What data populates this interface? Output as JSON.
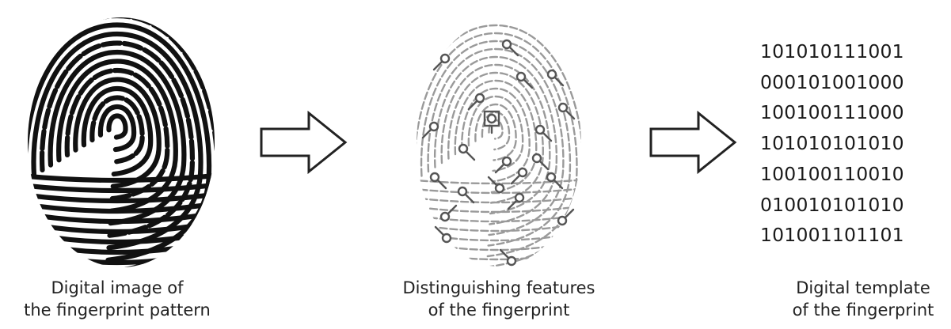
{
  "panels": [
    {
      "caption_line1": "Digital image of",
      "caption_line2": "the fingerprint pattern"
    },
    {
      "caption_line1": "Distinguishing features",
      "caption_line2": "of the fingerprint"
    },
    {
      "caption_line1": "Digital template",
      "caption_line2": "of the fingerprint"
    }
  ],
  "template_bits": [
    "101010111001",
    "000101001000",
    "100100111000",
    "101010101010",
    "100100110010",
    "010010101010",
    "101001101101"
  ],
  "colors": {
    "fingerprint_dark": "#111111",
    "fingerprint_light": "#8a8a8a",
    "minutiae": "#555555",
    "arrow_stroke": "#222222"
  },
  "icons": {
    "arrow": "right-block-arrow",
    "fingerprint": "fingerprint-icon",
    "minutia": "minutia-marker-icon"
  }
}
